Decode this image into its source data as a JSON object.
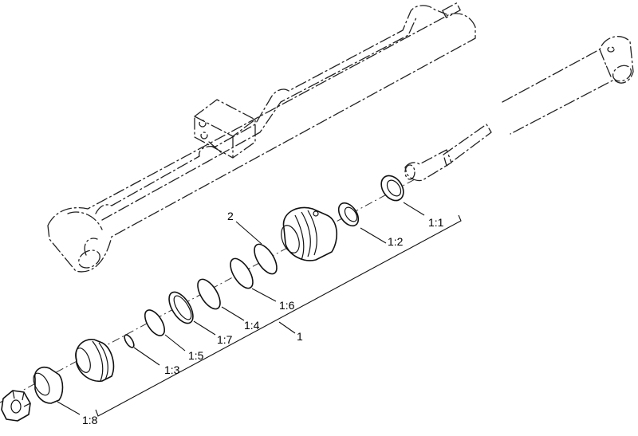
{
  "callouts": {
    "c1": "1",
    "c2": "2",
    "c1_1": "1:1",
    "c1_2": "1:2",
    "c1_3": "1:3",
    "c1_4": "1:4",
    "c1_5": "1:5",
    "c1_6": "1:6",
    "c1_7": "1:7",
    "c1_8": "1:8"
  }
}
